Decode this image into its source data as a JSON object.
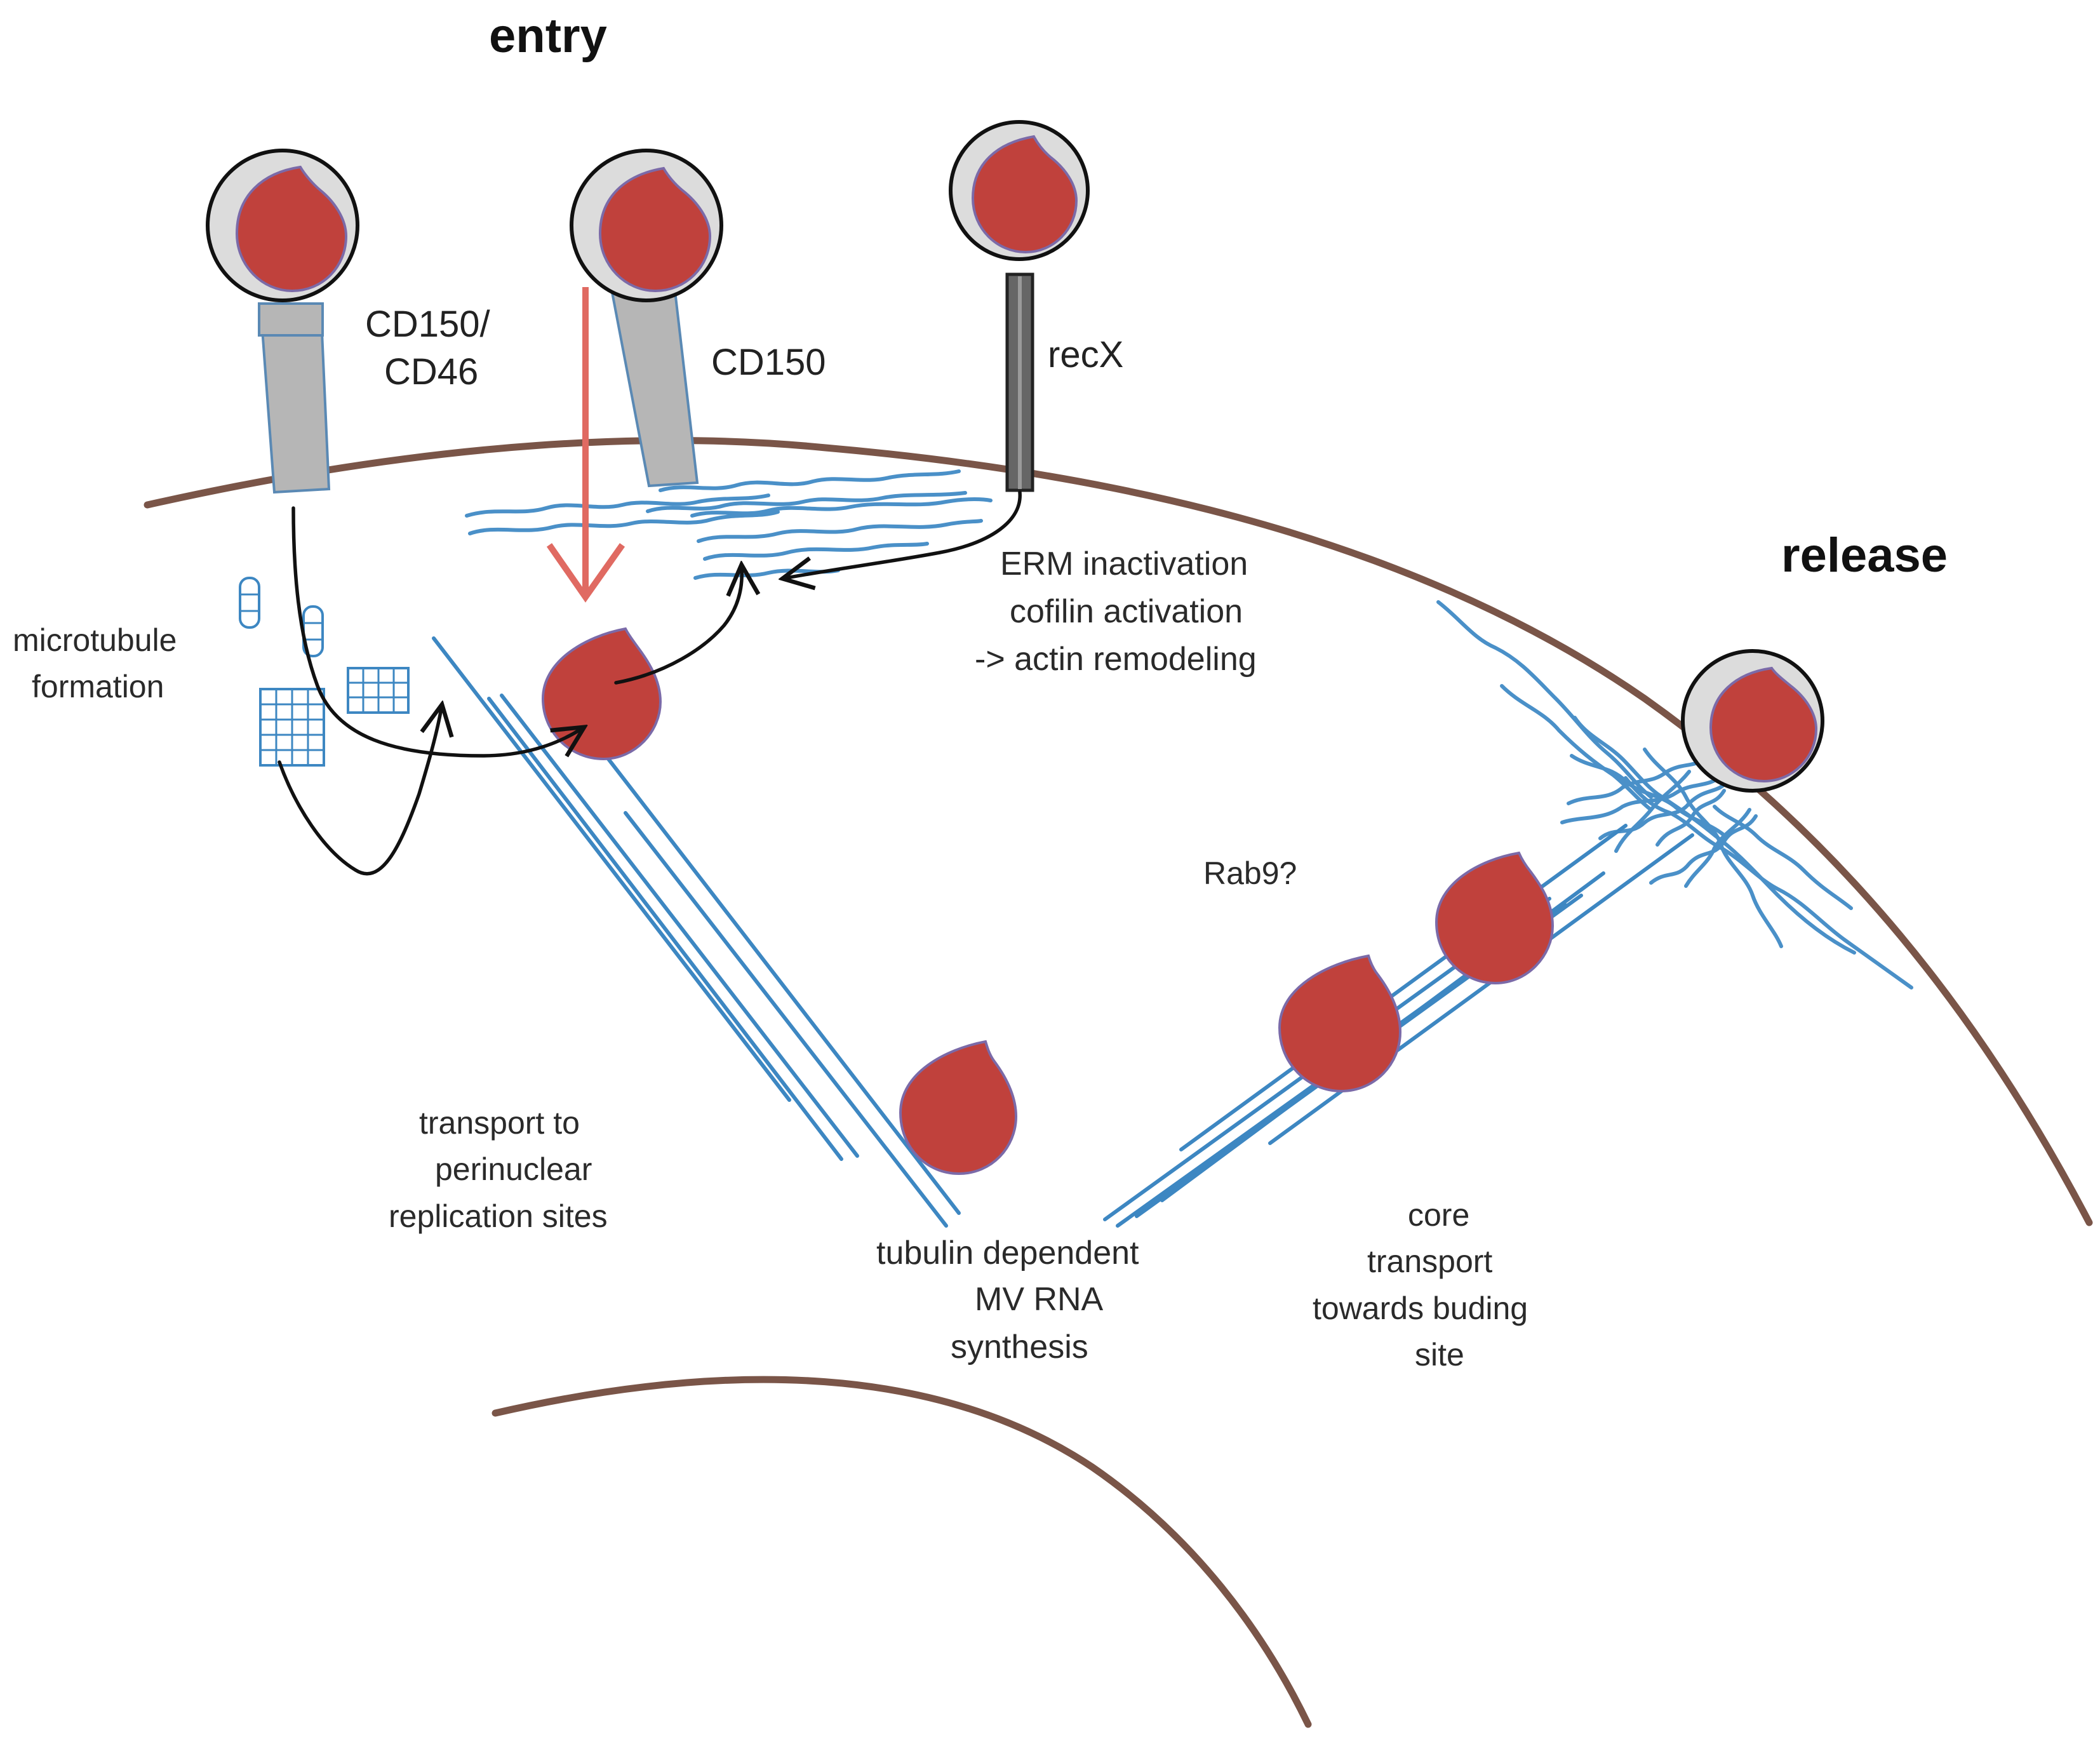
{
  "labels": {
    "entry": "entry",
    "release": "release",
    "receptor_1_line1": "CD150/",
    "receptor_1_line2": "CD46",
    "receptor_2": "CD150",
    "receptor_3": "recX",
    "erm_line1": "ERM inactivation",
    "erm_line2": "cofilin activation",
    "erm_line3": "-> actin remodeling",
    "microtubule_line1": "microtubule",
    "microtubule_line2": "formation",
    "rab9": "Rab9?",
    "transport_line1": "transport to",
    "transport_line2": "perinuclear",
    "transport_line3": "replication sites",
    "tubulin_line1": "tubulin dependent",
    "tubulin_line2": "MV RNA",
    "tubulin_line3": "synthesis",
    "core_line1": "core",
    "core_line2": "transport",
    "core_line3": "towards buding",
    "core_line4": "site"
  },
  "colors": {
    "membrane": "#7a5548",
    "actin": "#4a90c8",
    "microtubule": "#3d87c2",
    "virus_core": "#c0413c",
    "entry_arrow": "#e06a62"
  }
}
